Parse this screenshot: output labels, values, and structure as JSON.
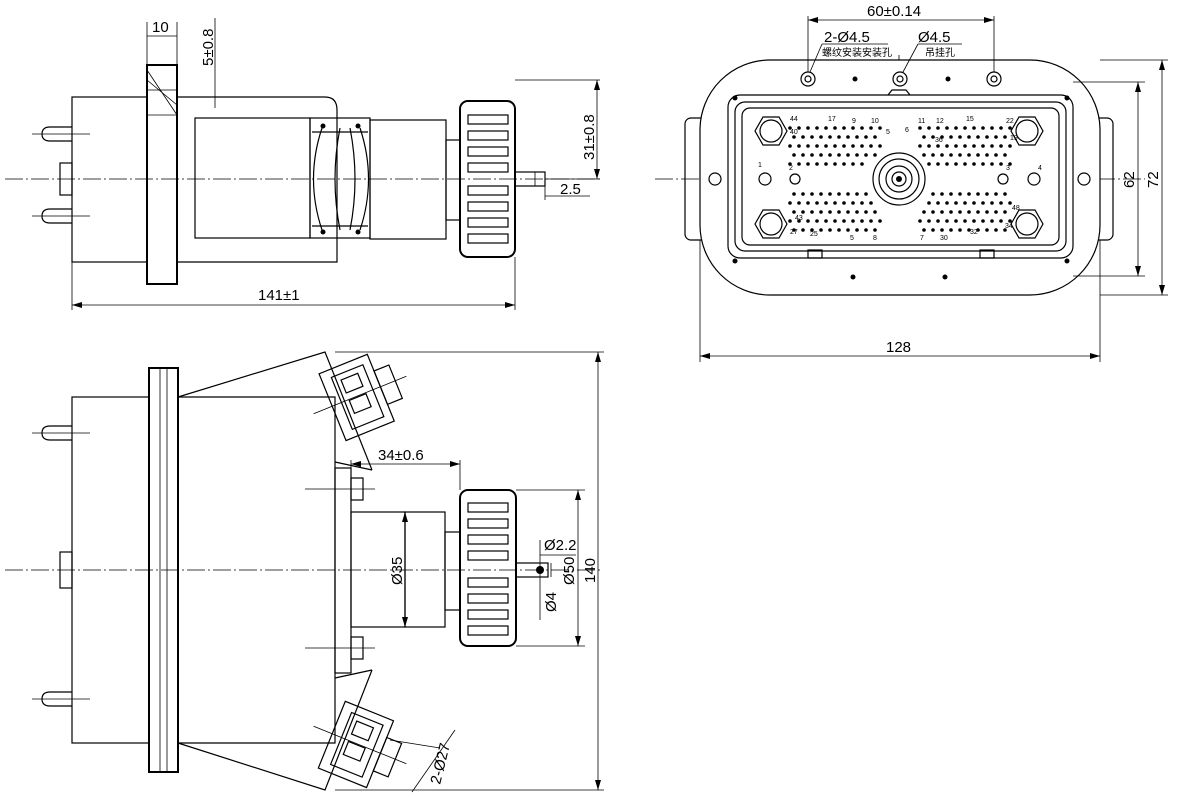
{
  "dimensions": {
    "flange_thickness": "10",
    "flange_offset": "5±0.8",
    "shaft_height": "31±0.8",
    "shaft_stub": "2.5",
    "overall_length": "141±1",
    "hole_spacing": "60±0.14",
    "mount_holes": "2-Ø4.5",
    "mount_holes_note": "螺纹安装安装孔",
    "hanging_hole": "Ø4.5",
    "hanging_hole_note": "吊挂孔",
    "inner_height": "62",
    "outer_height": "72",
    "width": "128",
    "gear_offset": "34±0.6",
    "small_hole": "Ø2.2",
    "motor_diameter": "Ø35",
    "shaft_diameter": "Ø4",
    "gear_diameter": "Ø50",
    "total_height": "140",
    "connector_diameter": "2-Ø27"
  },
  "pins": {
    "p1": "1",
    "p2": "2",
    "p3": "3",
    "p4": "4",
    "p5": "5",
    "p6": "6",
    "p7": "7",
    "p8": "8",
    "p9": "9",
    "p10": "10",
    "p11": "11",
    "p12": "12",
    "p15": "15",
    "p17": "17",
    "p19": "19",
    "p22": "22",
    "p25": "25",
    "p27": "27",
    "p30": "30",
    "p32": "32",
    "p34": "34",
    "p36": "36",
    "p40": "40",
    "p43": "43",
    "p44": "44",
    "p48": "48"
  }
}
